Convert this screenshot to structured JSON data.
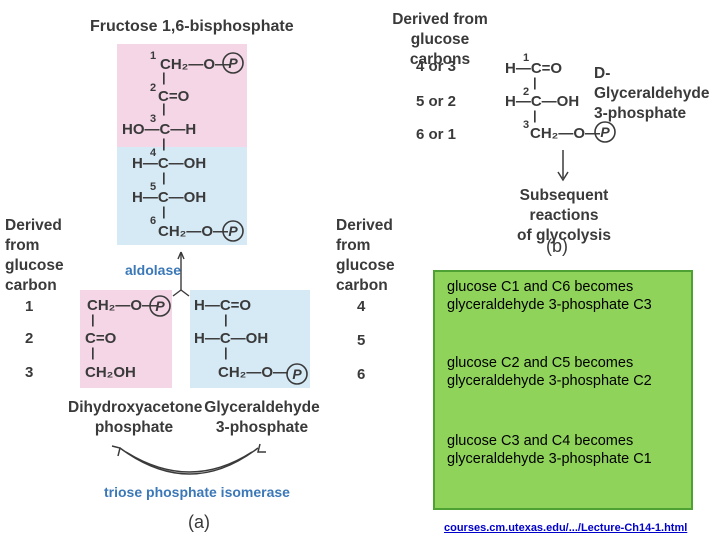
{
  "panel_a": {
    "title": "Fructose 1,6-bisphosphate",
    "derived_label": [
      "Derived",
      "from",
      "glucose",
      "carbon"
    ],
    "fbp_rows": [
      {
        "num": "1",
        "text": "CH₂—O—"
      },
      {
        "num": "2",
        "text": "C=O"
      },
      {
        "num": "3",
        "text": "HO—C—H"
      },
      {
        "num": "4",
        "text": "H—C—OH"
      },
      {
        "num": "5",
        "text": "H—C—OH"
      },
      {
        "num": "6",
        "text": "CH₂—O—"
      }
    ],
    "phosphate": "P",
    "aldolase": "aldolase",
    "carbons_left": [
      "1",
      "2",
      "3"
    ],
    "dhap_rows": [
      "CH₂—O—",
      "C=O",
      "CH₂OH"
    ],
    "gap_rows": [
      "H—C=O",
      "H—C—OH",
      "CH₂—O—"
    ],
    "dhap_name": [
      "Dihydroxyacetone",
      "phosphate"
    ],
    "gap_name": [
      "Glyceraldehyde",
      "3-phosphate"
    ],
    "isomerase": "triose phosphate isomerase",
    "caption": "(a)"
  },
  "panel_b": {
    "derived_header": [
      "Derived from",
      "glucose carbons"
    ],
    "carbon_pairs": [
      "4 or 3",
      "5 or 2",
      "6 or 1"
    ],
    "rows": [
      {
        "num": "1",
        "text": "H—C=O"
      },
      {
        "num": "2",
        "text": "H—C—OH"
      },
      {
        "num": "3",
        "text": "CH₂—O—"
      }
    ],
    "product_name": [
      "D-Glyceraldehyde",
      "3-phosphate"
    ],
    "subsequent": [
      "Subsequent reactions",
      "of glycolysis"
    ],
    "caption": "(b)"
  },
  "middle": {
    "derived_label": [
      "Derived",
      "from",
      "glucose",
      "carbon"
    ],
    "carbons_right": [
      "4",
      "5",
      "6"
    ]
  },
  "info": {
    "paragraphs": [
      "glucose C1 and C6 becomes glyceraldehyde 3-phosphate C3",
      "glucose C2 and C5 becomes glyceraldehyde 3-phosphate C2",
      "glucose C3 and C4 becomes glyceraldehyde 3-phosphate C1"
    ],
    "source_link": "courses.cm.utexas.edu/.../Lecture-Ch14-1.html"
  },
  "colors": {
    "pink": "#f4d6e6",
    "light_blue": "#d6eaf6",
    "green_box": "#8fd35a",
    "green_border": "#4ea234",
    "blue_text": "#3b78b8"
  }
}
